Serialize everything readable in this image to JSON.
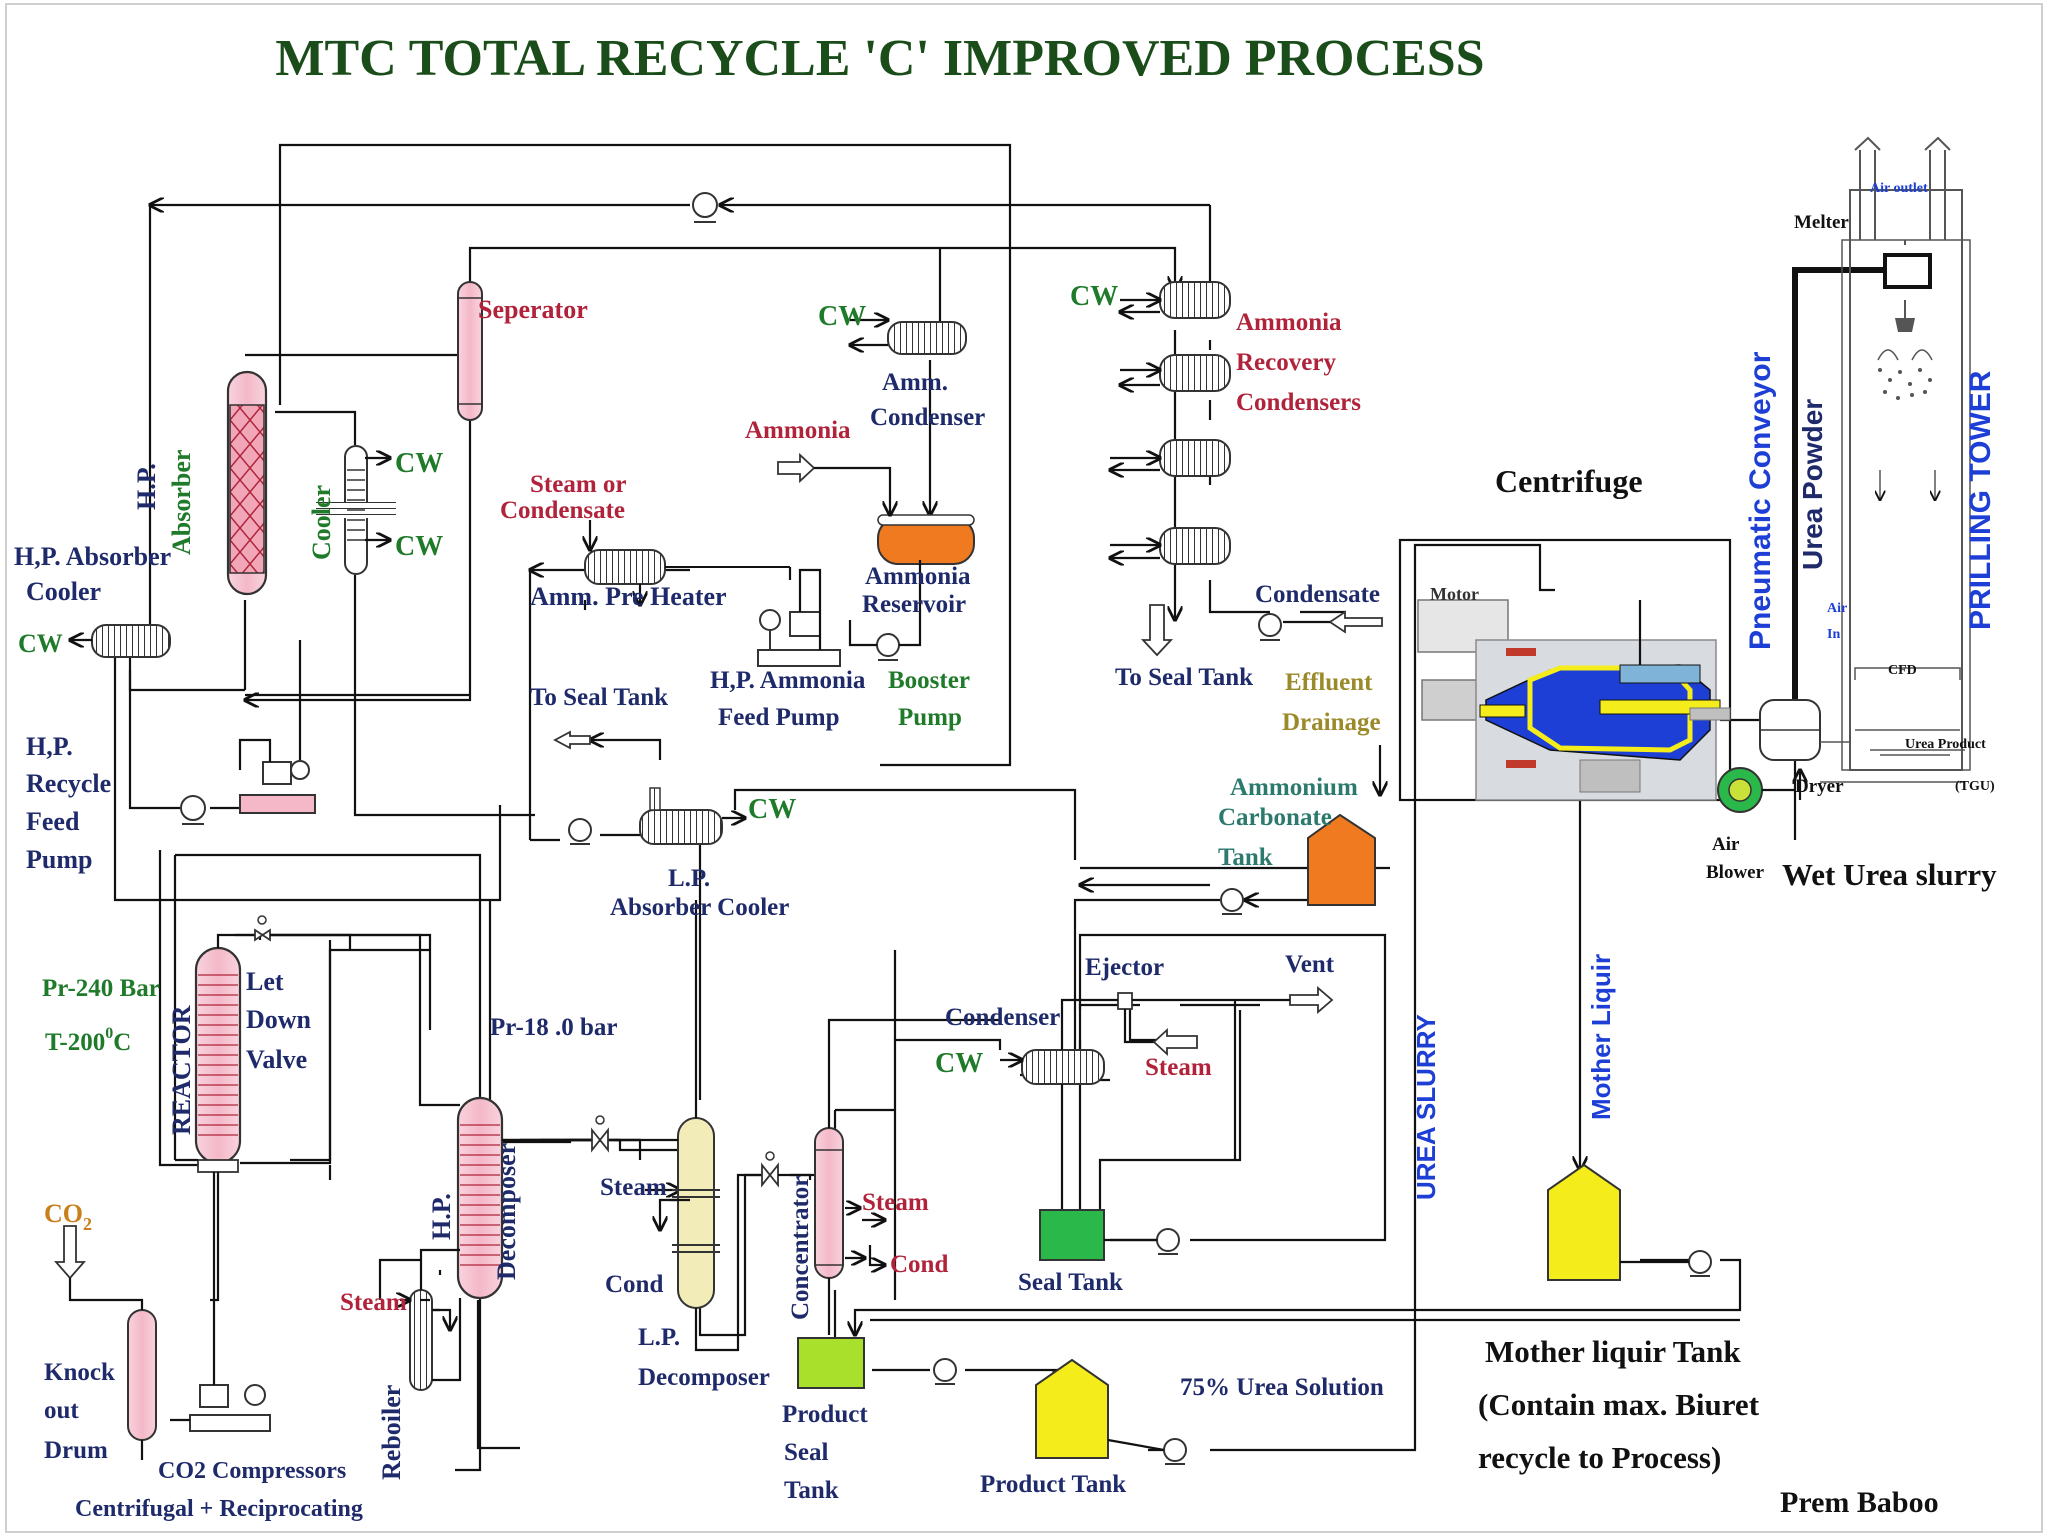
{
  "title": "MTC TOTAL RECYCLE 'C' IMPROVED PROCESS",
  "author": "Prem Baboo",
  "colors": {
    "title": "#1a4d1a",
    "label_navy": "#1f2a6b",
    "label_red": "#b0233a",
    "label_green": "#1f7a2a",
    "label_orange": "#c8801c",
    "label_olive": "#9a8a2a",
    "label_teal": "#2c7a6e",
    "label_blue": "#1d3fd6",
    "vessel_pink": "#f4b8c8",
    "vessel_orange": "#f07a20",
    "vessel_yellow": "#f5ec1c",
    "vessel_green": "#2bb84a",
    "vessel_lime": "#a8e02c",
    "vessel_cream": "#f2ecb8"
  },
  "labels": {
    "seperator": "Seperator",
    "hp_absorber": "H.P. Absorber",
    "cooler": "Cooler",
    "cw": "CW",
    "hp_absorber_cooler_1": "H,P. Absorber",
    "hp_absorber_cooler_2": "Cooler",
    "hp_recycle_1": "H,P.",
    "hp_recycle_2": "Recycle",
    "hp_recycle_3": "Feed",
    "hp_recycle_4": "Pump",
    "steam_or_1": "Steam or",
    "steam_or_2": "Condensate",
    "amm_pre_heater": "Amm. Pre Heater",
    "ammonia": "Ammonia",
    "amm_condenser_1": "Amm.",
    "amm_condenser_2": "Condenser",
    "ammonia_reservoir_1": "Ammonia",
    "ammonia_reservoir_2": "Reservoir",
    "hp_ammonia_feed_1": "H,P. Ammonia",
    "hp_ammonia_feed_2": "Feed Pump",
    "booster_1": "Booster",
    "booster_2": "Pump",
    "to_seal_tank": "To Seal Tank",
    "amm_recovery_1": "Ammonia",
    "amm_recovery_2": "Recovery",
    "amm_recovery_3": "Condensers",
    "condensate": "Condensate",
    "effluent_1": "Effluent",
    "effluent_2": "Drainage",
    "amm_carb_1": "Ammonium",
    "amm_carb_2": "Carbonate",
    "amm_carb_3": "Tank",
    "lp_abs_1": "L.P.",
    "lp_abs_2": "Absorber Cooler",
    "pr240": "Pr-240 Bar",
    "t200": "T-200",
    "t200_sup": "0",
    "t200_c": "C",
    "reactor": "REACTOR",
    "let_down_1": "Let",
    "let_down_2": "Down",
    "let_down_3": "Valve",
    "pr18": "Pr-18 .0 bar",
    "hp_decomposer_1": "H.P.",
    "hp_decomposer_2": "Decomposer",
    "steam": "Steam",
    "cond": "Cond",
    "lp_decomposer_1": "L.P.",
    "lp_decomposer_2": "Decomposer",
    "concentrator": "Concentrator",
    "ejector": "Ejector",
    "vent": "Vent",
    "condenser": "Condenser",
    "seal_tank": "Seal Tank",
    "product_seal_1": "Product",
    "product_seal_2": "Seal",
    "product_seal_3": "Tank",
    "product_tank": "Product Tank",
    "urea_solution": "75% Urea Solution",
    "co2": "CO",
    "co2_sub": "2",
    "knock_1": "Knock",
    "knock_2": "out",
    "knock_3": "Drum",
    "co2_comp_1": "CO2 Compressors",
    "co2_comp_2": "Centrifugal + Reciprocating",
    "reboiler": "Reboiler",
    "centrifuge": "Centrifuge",
    "motor": "Motor",
    "urea_slurry": "UREA SLURRY",
    "mother_liquir": "Mother Liquir",
    "mother_tank_1": "Mother liquir Tank",
    "mother_tank_2": "(Contain max. Biuret",
    "mother_tank_3": "recycle to Process)",
    "pneumatic": "Pneumatic Conveyor",
    "urea_powder": "Urea Powder",
    "prilling": "PRILLING TOWER",
    "melter": "Melter",
    "air_outlet": "Air outlet",
    "air_in_1": "Air",
    "air_in_2": "In",
    "cfd": "CFD",
    "urea_product": "Urea Product",
    "tgu": "(TGU)",
    "dryer": "Dryer",
    "air_blower_1": "Air",
    "air_blower_2": "Blower",
    "wet_urea": "Wet Urea slurry"
  }
}
